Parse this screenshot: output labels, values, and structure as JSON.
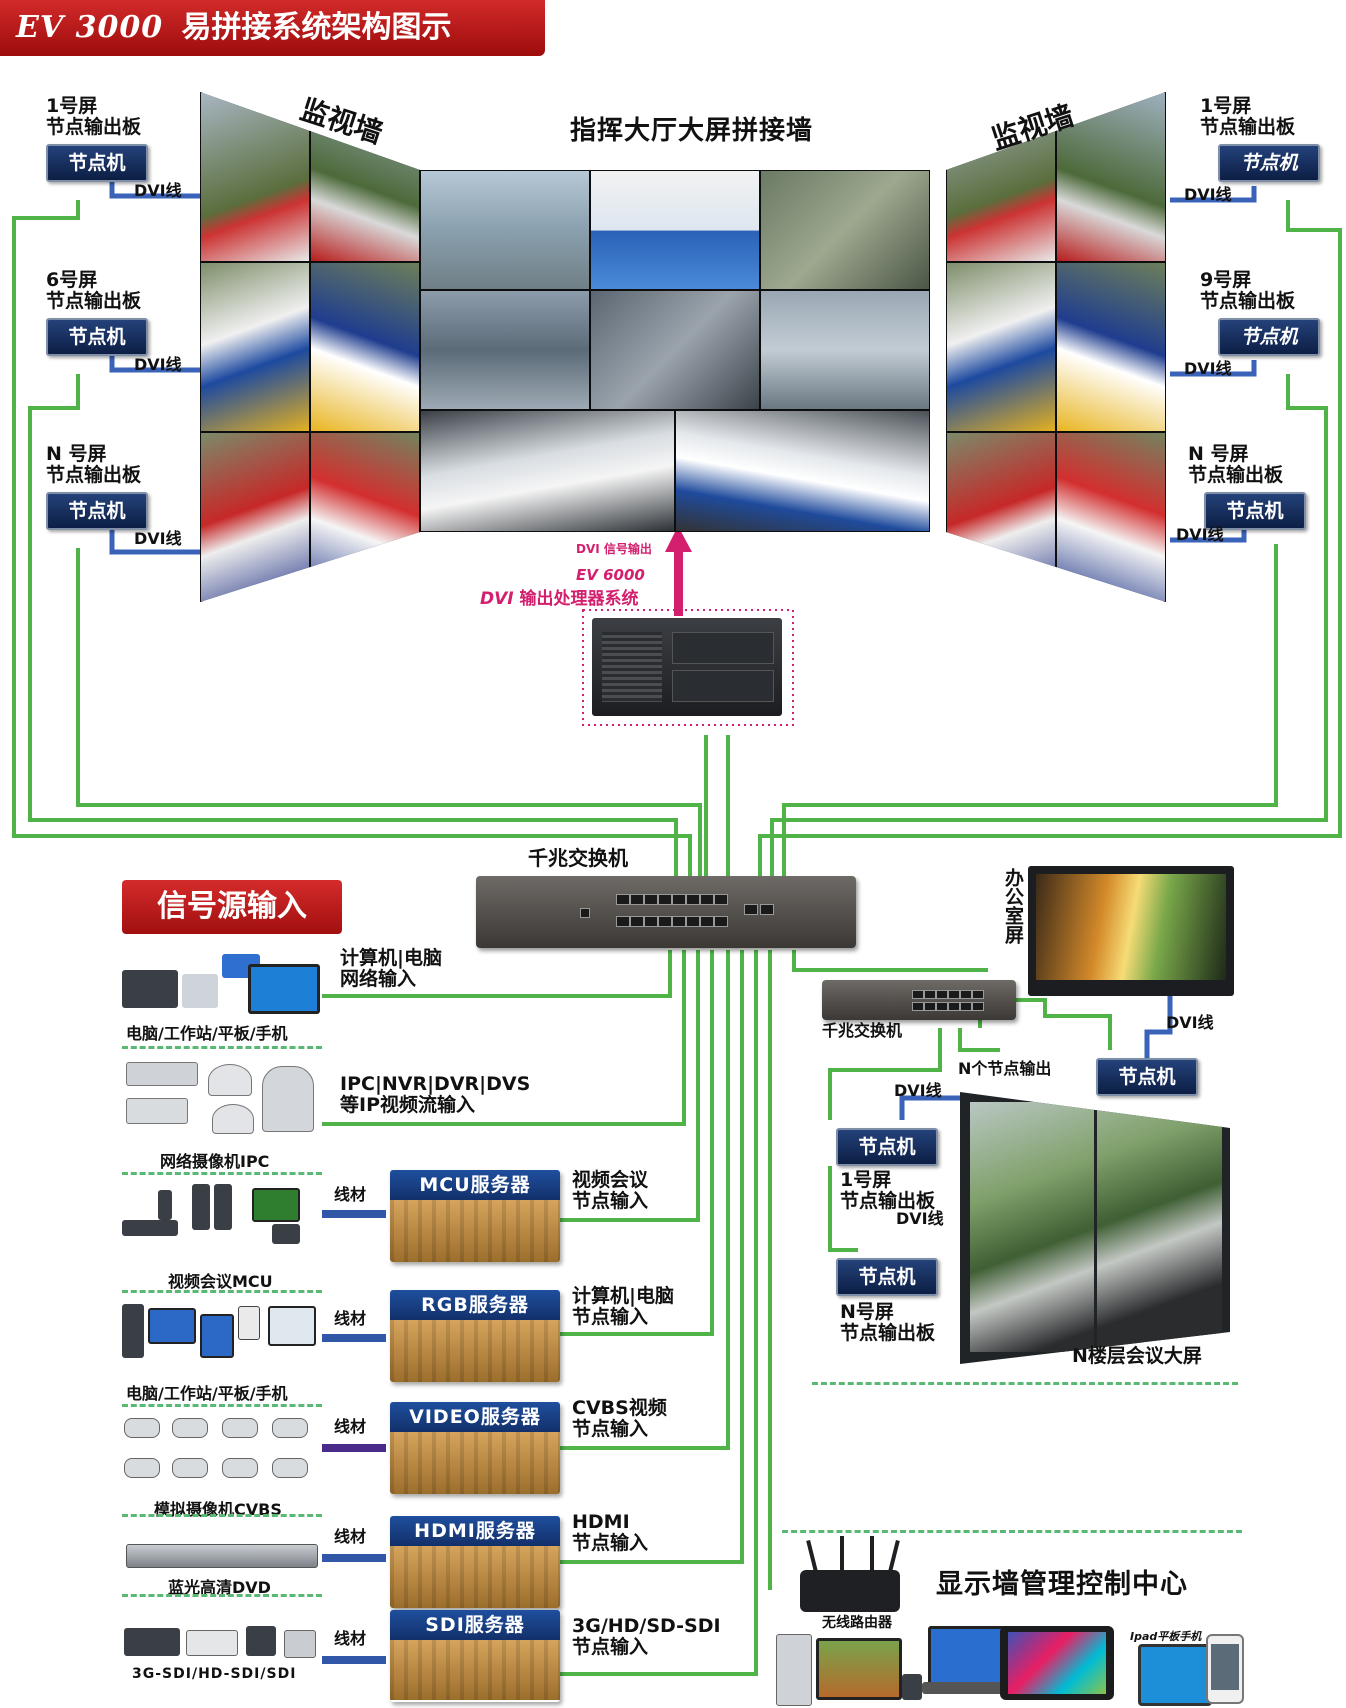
{
  "title": {
    "model": "EV 3000",
    "text": "易拼接系统架构图示"
  },
  "videowall": {
    "main_title": "指挥大厅大屏拼接墙",
    "left_title": "监视墙",
    "right_title": "监视墙",
    "output_label": "DVI 信号输出",
    "processor_model": "EV 6000",
    "processor_prefix": "DVI",
    "processor_name": "输出处理器系统"
  },
  "left_nodes": [
    {
      "screen": "1号屏",
      "board": "节点输出板",
      "node": "节点机",
      "cable": "DVI线"
    },
    {
      "screen": "6号屏",
      "board": "节点输出板",
      "node": "节点机",
      "cable": "DVI线"
    },
    {
      "screen": "N 号屏",
      "board": "节点输出板",
      "node": "节点机",
      "cable": "DVI线"
    }
  ],
  "right_nodes": [
    {
      "screen": "1号屏",
      "board": "节点输出板",
      "node": "节点机",
      "cable": "DVI线"
    },
    {
      "screen": "9号屏",
      "board": "节点输出板",
      "node": "节点机",
      "cable": "DVI线"
    },
    {
      "screen": "N 号屏",
      "board": "节点输出板",
      "node": "节点机",
      "cable": "DVI线"
    }
  ],
  "main_switch": {
    "label": "千兆交换机"
  },
  "signal_source": {
    "banner": "信号源输入"
  },
  "sources": [
    {
      "device_caption": "电脑/工作站/平板/手机",
      "input_line1": "计算机|电脑",
      "input_line2": "网络输入"
    },
    {
      "device_caption": "网络摄像机IPC",
      "input_line1": "IPC|NVR|DVR|DVS",
      "input_line2": "等IP视频流输入"
    }
  ],
  "servers": [
    {
      "name": "MCU服务器",
      "cable": "线材",
      "device_caption": "视频会议MCU",
      "input_line1": "视频会议",
      "input_line2": "节点输入"
    },
    {
      "name": "RGB服务器",
      "cable": "线材",
      "device_caption": "电脑/工作站/平板/手机",
      "input_line1": "计算机|电脑",
      "input_line2": "节点输入"
    },
    {
      "name": "VIDEO服务器",
      "cable": "线材",
      "device_caption": "模拟摄像机CVBS",
      "input_line1": "CVBS视频",
      "input_line2": "节点输入"
    },
    {
      "name": "HDMI服务器",
      "cable": "线材",
      "device_caption": "蓝光高清DVD",
      "input_line1": "HDMI",
      "input_line2": "节点输入"
    },
    {
      "name": "SDI服务器",
      "cable": "线材",
      "device_caption": "3G-SDI/HD-SDI/SDI",
      "input_line1": "3G/HD/SD-SDI",
      "input_line2": "节点输入"
    }
  ],
  "office": {
    "label": "办公室屏",
    "cable": "DVI线",
    "node": "节点机"
  },
  "sub_switch": {
    "label": "千兆交换机",
    "n_output": "N个节点输出"
  },
  "floor_wall": {
    "label": "N楼层会议大屏",
    "node1": {
      "node": "节点机",
      "screen": "1号屏",
      "board": "节点输出板",
      "cable": "DVI线"
    },
    "nodeN": {
      "node": "节点机",
      "screen": "N号屏",
      "board": "节点输出板",
      "cable": "DVI线"
    }
  },
  "control_center": {
    "title": "显示墙管理控制中心",
    "router": "无线路由器",
    "ipad": "Ipad平板手机"
  },
  "colors": {
    "wire": "#4fb348",
    "banner_red": "#c41e1e",
    "node_blue": "#16295a",
    "dvi_blue": "#3a62b8",
    "arrow_pink": "#d41e6e"
  }
}
